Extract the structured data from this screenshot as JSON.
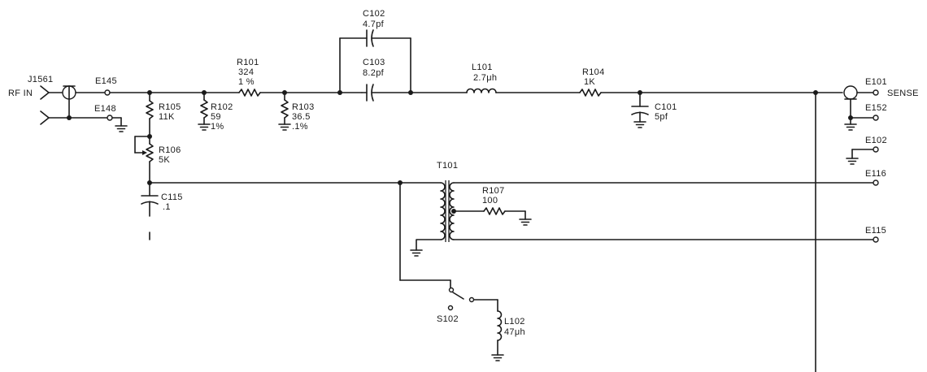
{
  "labels": {
    "j1561": "J1561",
    "rf_in": "RF IN",
    "e145": "E145",
    "e148": "E148",
    "r101": "R101",
    "r101_val": "324",
    "r101_tol": "1 %",
    "r102": "R102",
    "r102_val": "59",
    "r102_tol": "1%",
    "r103": "R103",
    "r103_val": "36.5",
    "r103_tol": ".1%",
    "r105": "R105",
    "r105_val": "11K",
    "r106": "R106",
    "r106_val": "5K",
    "c115": "C115",
    "c115_val": ".1",
    "c102": "C102",
    "c102_val": "4.7pf",
    "c103": "C103",
    "c103_val": "8.2pf",
    "l101": "L101",
    "l101_val": "2.7μh",
    "r104": "R104",
    "r104_val": "1K",
    "c101": "C101",
    "c101_val": "5pf",
    "e101": "E101",
    "sense": "SENSE",
    "e152": "E152",
    "e102": "E102",
    "e116": "E116",
    "e115": "E115",
    "t101": "T101",
    "r107": "R107",
    "r107_val": "100",
    "s102": "S102",
    "l102": "L102",
    "l102_val": "47μh"
  }
}
